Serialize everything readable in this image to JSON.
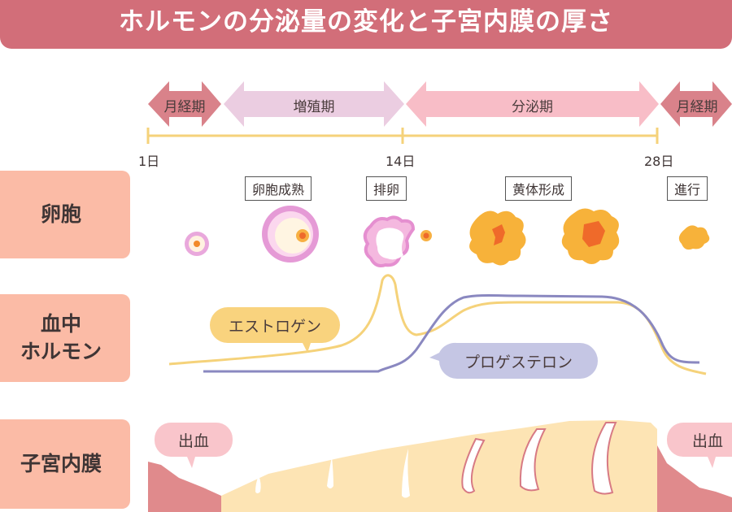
{
  "title": "ホルモンの分泌量の変化と子宮内膜の厚さ",
  "phases": [
    {
      "label": "月経期",
      "color": "#d9828a"
    },
    {
      "label": "増殖期",
      "color": "#ebcde1"
    },
    {
      "label": "分泌期",
      "color": "#f8bdc7"
    },
    {
      "label": "月経期",
      "color": "#d9828a"
    }
  ],
  "days": [
    "1日",
    "14日",
    "28日"
  ],
  "rows": {
    "follicle": "卵胞",
    "hormone": "血中\nホルモン",
    "endometrium": "子宮内膜"
  },
  "follicle_stages": [
    "卵胞成熟",
    "排卵",
    "黄体形成",
    "進行"
  ],
  "hormones": {
    "estrogen": "エストロゲン",
    "progesterone": "プロゲステロン",
    "estrogen_color": "#f5d27a",
    "progesterone_color": "#8a88c0"
  },
  "bleeding": [
    "出血",
    "出血"
  ]
}
